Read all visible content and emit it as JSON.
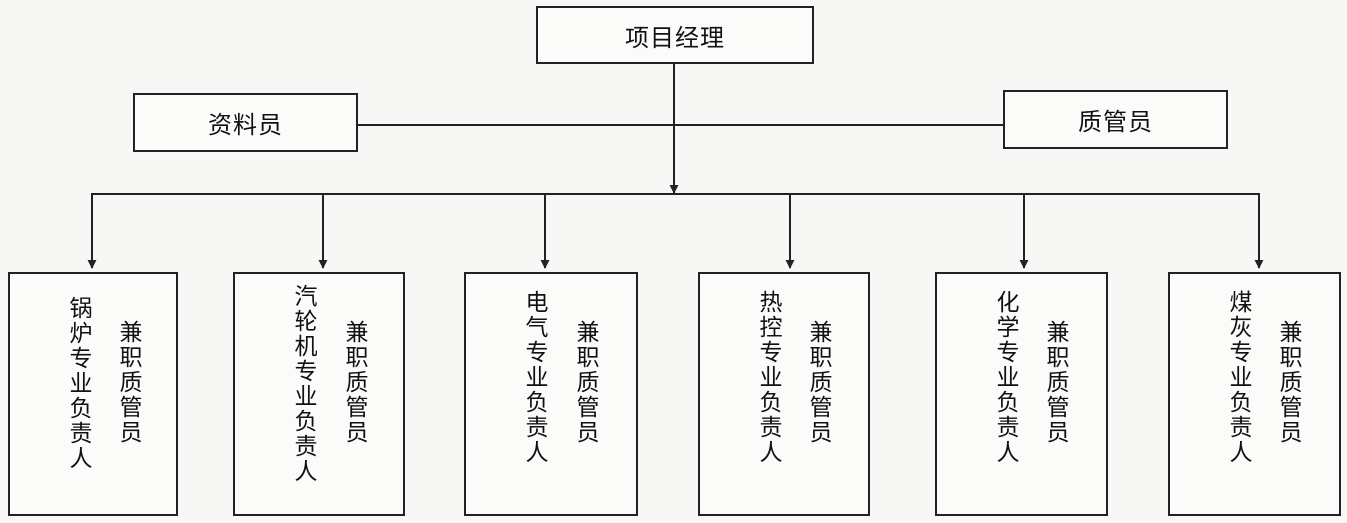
{
  "diagram": {
    "top": {
      "label": "项目经理"
    },
    "left_staff": {
      "label": "资料员"
    },
    "right_staff": {
      "label": "质管员"
    },
    "departments": [
      {
        "role": "锅炉专业负责人",
        "duty": "兼职质管员"
      },
      {
        "role": "汽轮机专业负责人",
        "duty": "兼职质管员"
      },
      {
        "role": "电气专业负责人",
        "duty": "兼职质管员"
      },
      {
        "role": "热控专业负责人",
        "duty": "兼职质管员"
      },
      {
        "role": "化学专业负责人",
        "duty": "兼职质管员"
      },
      {
        "role": "煤灰专业负责人",
        "duty": "兼职质管员"
      }
    ]
  }
}
